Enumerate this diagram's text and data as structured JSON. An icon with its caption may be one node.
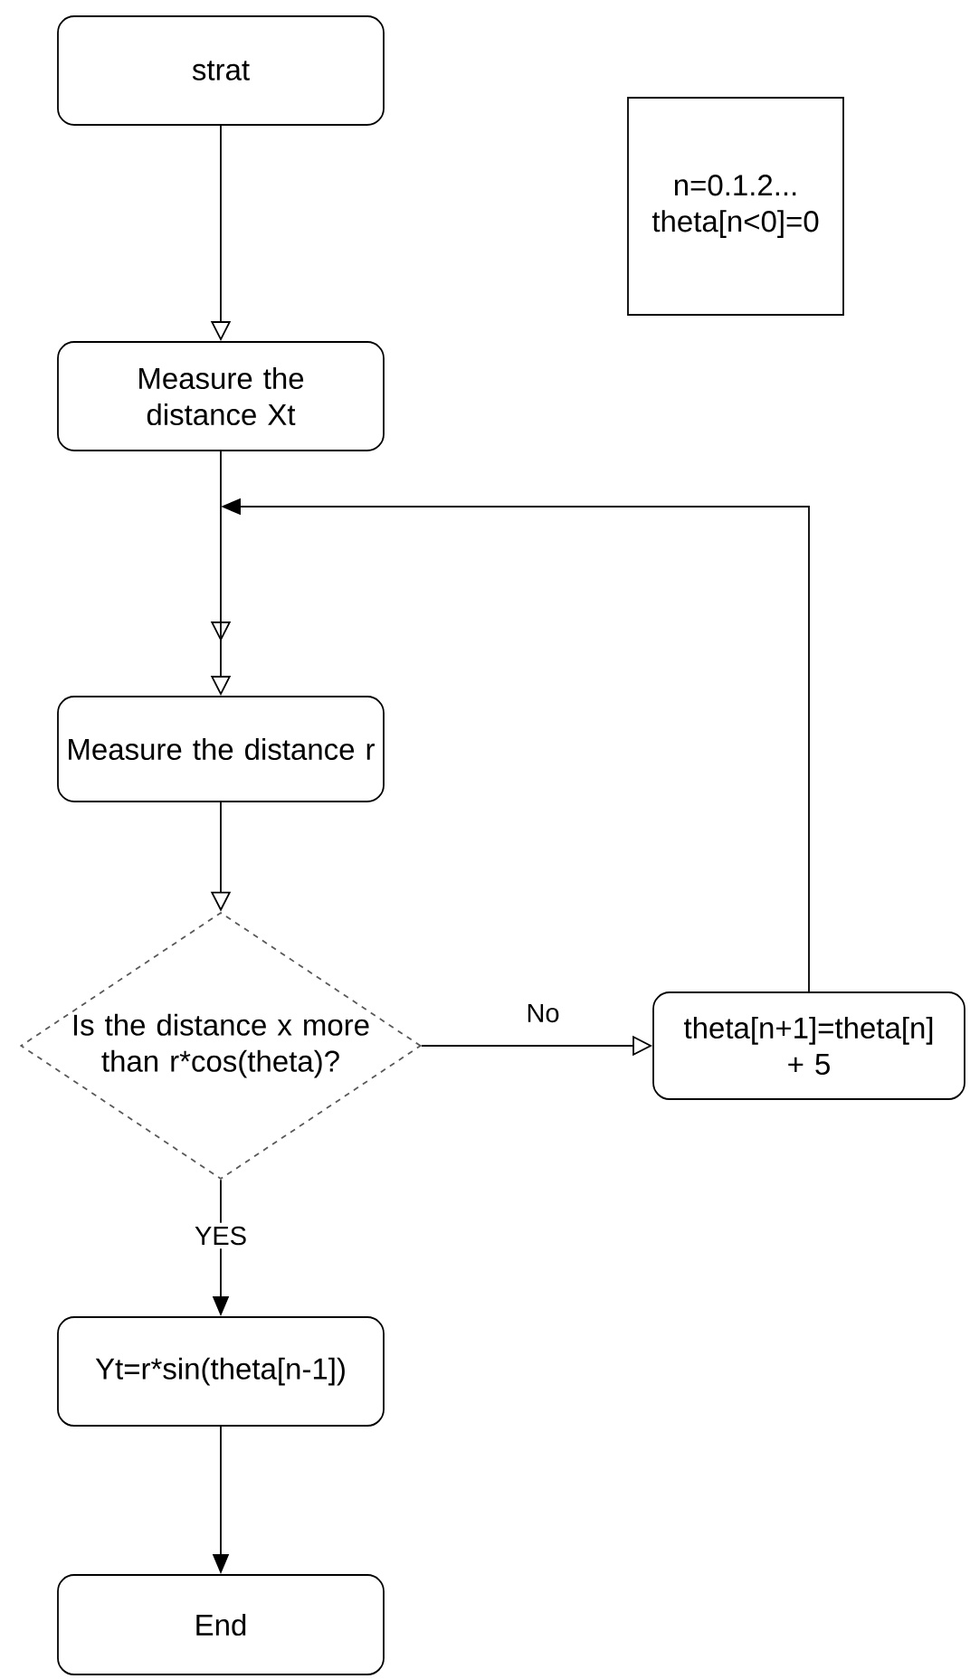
{
  "diagram": {
    "nodes": [
      {
        "text": [
          "strat"
        ]
      },
      {
        "text": [
          "n=0.1.2... theta[n<0]=0"
        ]
      },
      {
        "text": [
          "Measure the distance Xt"
        ]
      },
      {
        "text": [
          "Measure the distance r"
        ]
      },
      {
        "text": [
          "Is the distance x more than r*cos(theta)?"
        ]
      },
      {
        "text": [
          "theta[n+1]=theta[n] + 5"
        ]
      },
      {
        "text": [
          "Yt=r*sin(theta[n-1])"
        ]
      },
      {
        "text": [
          "End"
        ]
      }
    ],
    "edges": [
      {
        "from": 0,
        "to": 2,
        "arrow": "to"
      },
      {
        "from": 2,
        "to": 3,
        "arrow": "to"
      },
      {
        "from": 3,
        "to": 4,
        "arrow": "to"
      },
      {
        "from": 4,
        "to": 5,
        "arrow": "to",
        "label": "No"
      },
      {
        "from": 4,
        "to": 6,
        "arrow": "to",
        "label": "YES"
      },
      {
        "from": 6,
        "to": 7,
        "arrow": "to"
      },
      {
        "from": 5,
        "to": null,
        "arrow": "to"
      }
    ]
  }
}
